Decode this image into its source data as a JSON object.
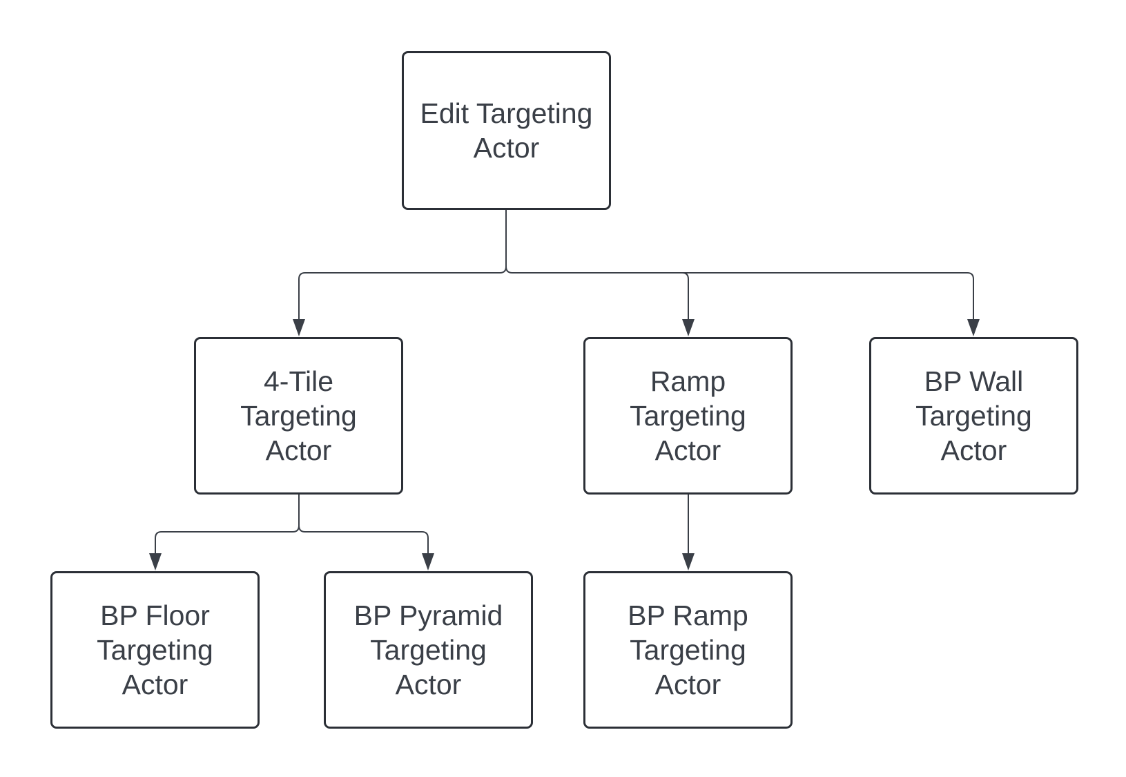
{
  "diagram": {
    "nodes": {
      "edit": {
        "lines": [
          "Edit Targeting",
          "Actor"
        ]
      },
      "tile4": {
        "lines": [
          "4-Tile",
          "Targeting",
          "Actor"
        ]
      },
      "ramp": {
        "lines": [
          "Ramp",
          "Targeting",
          "Actor"
        ]
      },
      "wall": {
        "lines": [
          "BP Wall",
          "Targeting",
          "Actor"
        ]
      },
      "floor": {
        "lines": [
          "BP Floor",
          "Targeting",
          "Actor"
        ]
      },
      "pyramid": {
        "lines": [
          "BP Pyramid",
          "Targeting",
          "Actor"
        ]
      },
      "bpramp": {
        "lines": [
          "BP Ramp",
          "Targeting",
          "Actor"
        ]
      }
    },
    "edges": [
      {
        "from": "edit",
        "to": "tile4"
      },
      {
        "from": "edit",
        "to": "ramp"
      },
      {
        "from": "edit",
        "to": "wall"
      },
      {
        "from": "tile4",
        "to": "floor"
      },
      {
        "from": "tile4",
        "to": "pyramid"
      },
      {
        "from": "ramp",
        "to": "bpramp"
      }
    ],
    "colors": {
      "border": "#2b2f36",
      "connector": "#3a3f47",
      "text": "#3a3f47",
      "background": "#ffffff"
    }
  }
}
